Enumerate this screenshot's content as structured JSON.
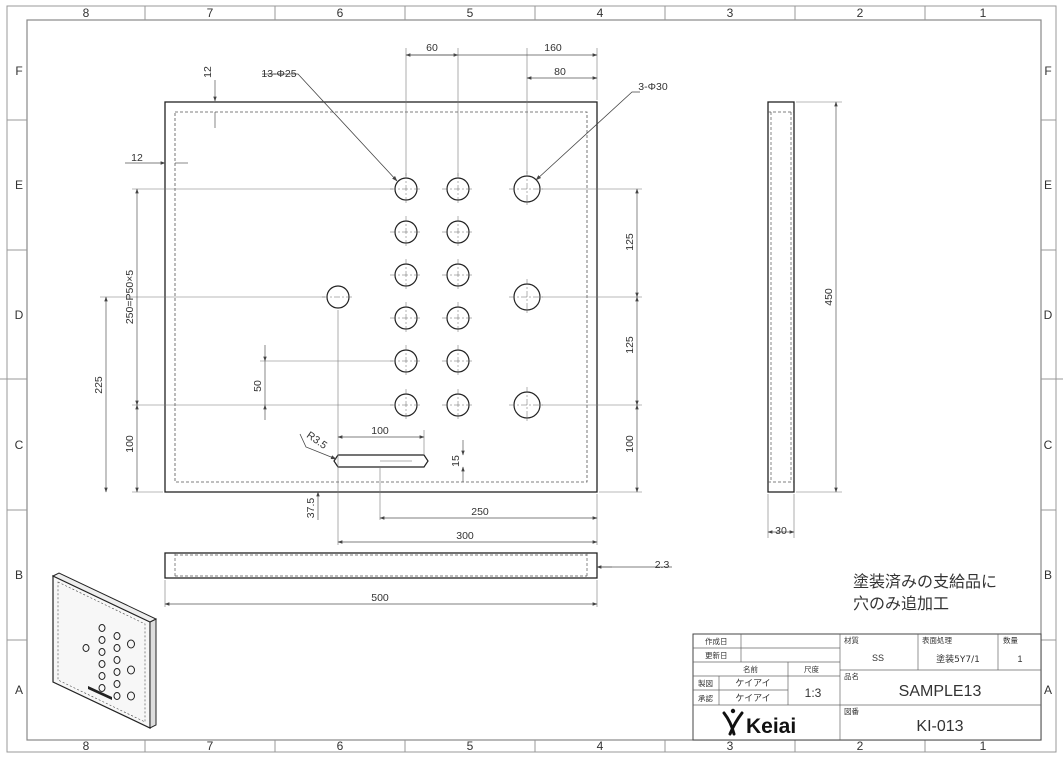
{
  "grid": {
    "columns": [
      "8",
      "7",
      "6",
      "5",
      "4",
      "3",
      "2",
      "1"
    ],
    "rows": [
      "F",
      "E",
      "D",
      "C",
      "B",
      "A"
    ]
  },
  "dimensions": {
    "d60": "60",
    "d160": "160",
    "d80": "80",
    "d12v": "12",
    "d12h": "12",
    "holes25": "13-Φ25",
    "holes30": "3-Φ30",
    "d250p": "250=P50×5",
    "d225": "225",
    "d100l": "100",
    "d50": "50",
    "d125a": "125",
    "d125b": "125",
    "d100r": "100",
    "d100slot": "100",
    "r35": "R3.5",
    "d15": "15",
    "d375": "37.5",
    "d250": "250",
    "d300": "300",
    "d450": "450",
    "d30": "30",
    "d23": "2.3",
    "d500": "500"
  },
  "note": {
    "line1": "塗装済みの支給品に",
    "line2": "穴のみ追加工"
  },
  "title_block": {
    "created_label": "作成日",
    "updated_label": "更新日",
    "name_label": "名前",
    "scale_label": "尺度",
    "drawn_label": "製図",
    "drawn_by": "ケイアイ",
    "approved_label": "承認",
    "approved_by": "ケイアイ",
    "scale": "1:3",
    "material_label": "材質",
    "material": "SS",
    "finish_label": "表面処理",
    "finish": "塗装5Y7/1",
    "qty_label": "数量",
    "qty": "1",
    "part_name_label": "品名",
    "part_name": "SAMPLE13",
    "drawing_no_label": "図番",
    "drawing_no": "KI-013",
    "logo": "Keiai"
  }
}
